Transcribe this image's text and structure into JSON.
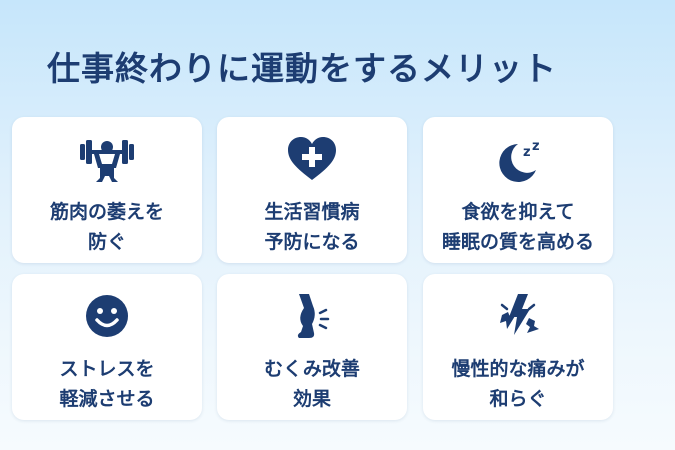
{
  "title": "仕事終わりに運動をするメリット",
  "colors": {
    "accent": "#1d3d72",
    "card": "#ffffff"
  },
  "cards": [
    {
      "icon": "weightlifter-icon",
      "line1": "筋肉の萎えを",
      "line2": "防ぐ"
    },
    {
      "icon": "heart-plus-icon",
      "line1": "生活習慣病",
      "line2": "予防になる"
    },
    {
      "icon": "moon-sleep-icon",
      "line1": "食欲を抑えて",
      "line2": "睡眠の質を高める"
    },
    {
      "icon": "smiley-face-icon",
      "line1": "ストレスを",
      "line2": "軽減させる"
    },
    {
      "icon": "swollen-leg-icon",
      "line1": "むくみ改善",
      "line2": "効果"
    },
    {
      "icon": "pain-lightning-icon",
      "line1": "慢性的な痛みが",
      "line2": "和らぐ"
    }
  ]
}
